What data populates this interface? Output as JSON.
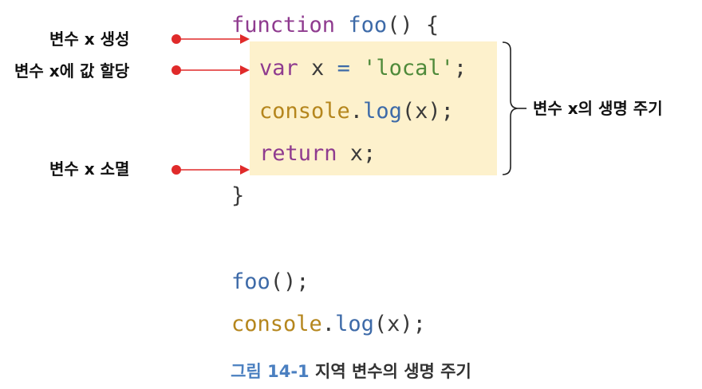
{
  "code": {
    "line1": {
      "kw": "function",
      "name": "foo",
      "rest": "() {"
    },
    "line2": {
      "kw": "var",
      "var": " x ",
      "op": "=",
      "str": " 'local'",
      "end": ";"
    },
    "line3": {
      "obj": "console",
      "dot": ".",
      "fn": "log",
      "args": "(x);"
    },
    "line4": {
      "kw": "return",
      "rest": " x;"
    },
    "line5": "}",
    "line6": {
      "fn": "foo",
      "rest": "();"
    },
    "line7": {
      "obj": "console",
      "dot": ".",
      "fn": "log",
      "args": "(x);"
    }
  },
  "annotations": {
    "create": "변수 x 생성",
    "assign": "변수 x에 값 할당",
    "destroy": "변수 x 소멸",
    "lifecycle": "변수 x의 생명 주기"
  },
  "caption": {
    "number": "그림 14-1",
    "text": "지역 변수의 생명 주기"
  },
  "colors": {
    "highlight": "#fdf1cc",
    "dot": "#e02a2a",
    "keyword": "#8f3b8f",
    "function": "#3d6aa8",
    "string": "#4f8a3a",
    "object": "#b5861d"
  }
}
